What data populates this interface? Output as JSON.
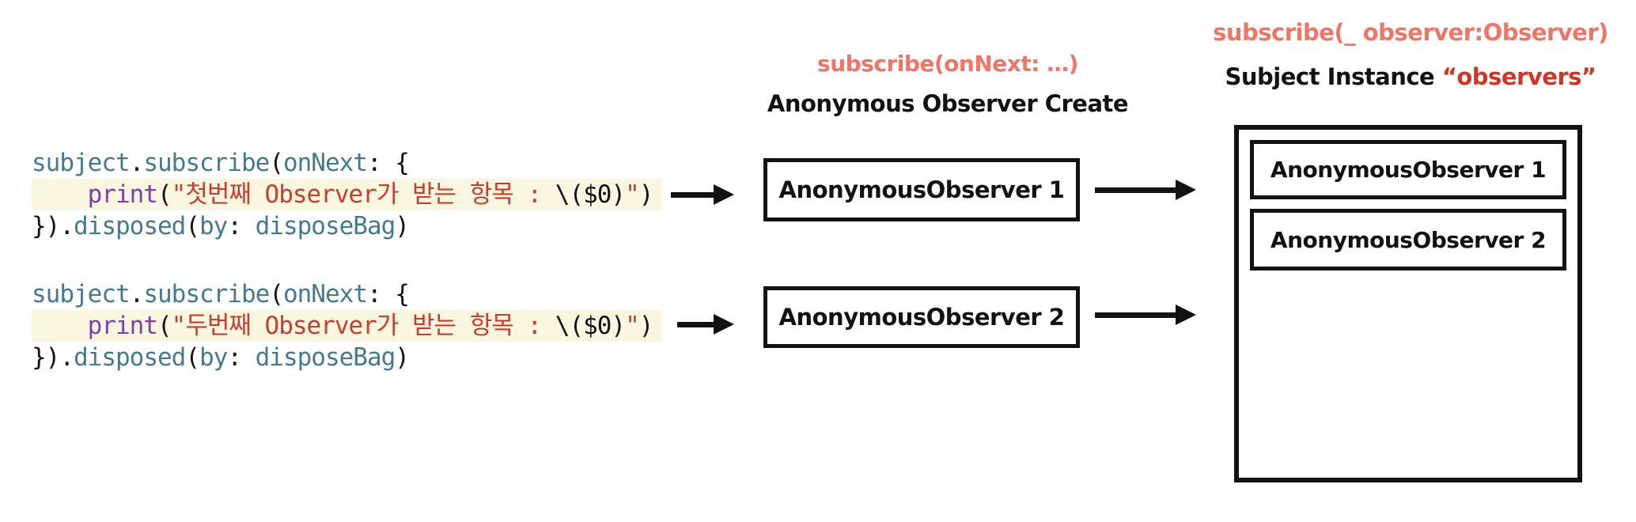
{
  "colors": {
    "ink": "#121212",
    "coral": "#EE7667",
    "red": "#D23525",
    "teal": "#45798F",
    "purple": "#7D3FA9",
    "string-red": "#C2402F",
    "highlight": "#FBF6DF",
    "bg": "#FFFFFF"
  },
  "code": {
    "blocks": [
      {
        "lines": [
          {
            "highlight": false,
            "tokens": [
              {
                "c": "teal",
                "s": "subject"
              },
              {
                "c": "plain",
                "s": "."
              },
              {
                "c": "teal",
                "s": "subscribe"
              },
              {
                "c": "plain",
                "s": "("
              },
              {
                "c": "teal",
                "s": "onNext"
              },
              {
                "c": "plain",
                "s": ": {"
              }
            ]
          },
          {
            "highlight": true,
            "tokens": [
              {
                "c": "plain",
                "s": "    "
              },
              {
                "c": "purple",
                "s": "print"
              },
              {
                "c": "plain",
                "s": "("
              },
              {
                "c": "red",
                "s": "\"첫번째 Observer가 받는 항목 : "
              },
              {
                "c": "plain",
                "s": "\\($0)"
              },
              {
                "c": "red",
                "s": "\""
              },
              {
                "c": "plain",
                "s": ")"
              }
            ]
          },
          {
            "highlight": false,
            "tokens": [
              {
                "c": "plain",
                "s": "})."
              },
              {
                "c": "teal",
                "s": "disposed"
              },
              {
                "c": "plain",
                "s": "("
              },
              {
                "c": "teal",
                "s": "by"
              },
              {
                "c": "plain",
                "s": ": "
              },
              {
                "c": "teal",
                "s": "disposeBag"
              },
              {
                "c": "plain",
                "s": ")"
              }
            ]
          }
        ]
      },
      {
        "lines": [
          {
            "highlight": false,
            "tokens": [
              {
                "c": "teal",
                "s": "subject"
              },
              {
                "c": "plain",
                "s": "."
              },
              {
                "c": "teal",
                "s": "subscribe"
              },
              {
                "c": "plain",
                "s": "("
              },
              {
                "c": "teal",
                "s": "onNext"
              },
              {
                "c": "plain",
                "s": ": {"
              }
            ]
          },
          {
            "highlight": true,
            "tokens": [
              {
                "c": "plain",
                "s": "    "
              },
              {
                "c": "purple",
                "s": "print"
              },
              {
                "c": "plain",
                "s": "("
              },
              {
                "c": "red",
                "s": "\"두번째 Observer가 받는 항목 : "
              },
              {
                "c": "plain",
                "s": "\\($0)"
              },
              {
                "c": "red",
                "s": "\""
              },
              {
                "c": "plain",
                "s": ")"
              }
            ]
          },
          {
            "highlight": false,
            "tokens": [
              {
                "c": "plain",
                "s": "})."
              },
              {
                "c": "teal",
                "s": "disposed"
              },
              {
                "c": "plain",
                "s": "("
              },
              {
                "c": "teal",
                "s": "by"
              },
              {
                "c": "plain",
                "s": ": "
              },
              {
                "c": "teal",
                "s": "disposeBag"
              },
              {
                "c": "plain",
                "s": ")"
              }
            ]
          }
        ]
      }
    ]
  },
  "middle": {
    "header_method": "subscribe(onNext: …)",
    "header_title": "Anonymous Observer Create",
    "boxes": [
      "AnonymousObserver 1",
      "AnonymousObserver 2"
    ]
  },
  "right": {
    "header_method": "subscribe(_ observer:Observer)",
    "header_title": "Subject Instance",
    "header_quoted": "“observers”",
    "container_items": [
      "AnonymousObserver 1",
      "AnonymousObserver 2"
    ]
  }
}
